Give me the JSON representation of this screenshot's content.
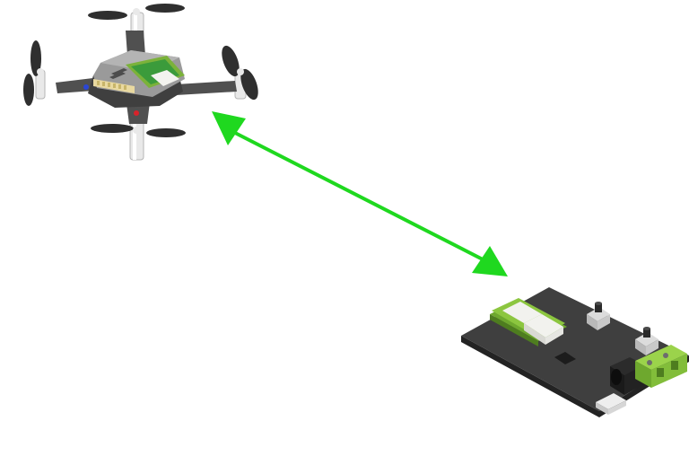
{
  "diagram": {
    "nodes": [
      {
        "id": "drone",
        "icon": "quadcopter-drone-icon"
      },
      {
        "id": "base-board",
        "icon": "circuit-board-icon"
      }
    ],
    "edges": [
      {
        "from": "drone",
        "to": "base-board",
        "style": "double-arrow",
        "color": "#1fd81f"
      }
    ]
  },
  "colors": {
    "link_arrow": "#1fd81f",
    "drone_body": "#8e8e8e",
    "drone_frame": "#4a4a4a",
    "board_pcb": "#3c3c3c",
    "accent_green": "#8cc63f",
    "module_white": "#f2f2ee"
  }
}
